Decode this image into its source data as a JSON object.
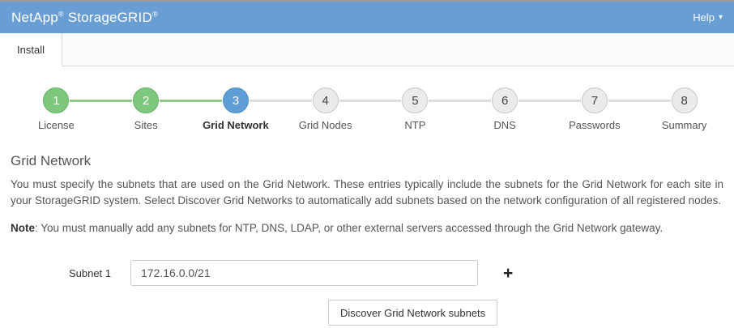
{
  "header": {
    "brand": "NetApp",
    "product": "StorageGRID",
    "registered": "®",
    "help_label": "Help",
    "help_caret": "▾"
  },
  "tabs": {
    "install": "Install"
  },
  "stepper": {
    "steps": [
      {
        "number": "1",
        "label": "License",
        "state": "completed"
      },
      {
        "number": "2",
        "label": "Sites",
        "state": "completed"
      },
      {
        "number": "3",
        "label": "Grid Network",
        "state": "current"
      },
      {
        "number": "4",
        "label": "Grid Nodes",
        "state": "upcoming"
      },
      {
        "number": "5",
        "label": "NTP",
        "state": "upcoming"
      },
      {
        "number": "6",
        "label": "DNS",
        "state": "upcoming"
      },
      {
        "number": "7",
        "label": "Passwords",
        "state": "upcoming"
      },
      {
        "number": "8",
        "label": "Summary",
        "state": "upcoming"
      }
    ]
  },
  "content": {
    "title": "Grid Network",
    "description": "You must specify the subnets that are used on the Grid Network. These entries typically include the subnets for the Grid Network for each site in your StorageGRID system. Select Discover Grid Networks to automatically add subnets based on the network configuration of all registered nodes.",
    "note_label": "Note",
    "note_text": ": You must manually add any subnets for NTP, DNS, LDAP, or other external servers accessed through the Grid Network gateway.",
    "form": {
      "subnet_label": "Subnet 1",
      "subnet_value": "172.16.0.0/21",
      "add_icon": "+",
      "discover_button": "Discover Grid Network subnets"
    }
  },
  "colors": {
    "header_blue": "#689ed4",
    "step_green": "#7ec87e",
    "step_blue": "#5f9dd6",
    "step_inactive": "#ebebeb",
    "connector_gray": "#dddddd",
    "border_gray": "#cccccc"
  }
}
